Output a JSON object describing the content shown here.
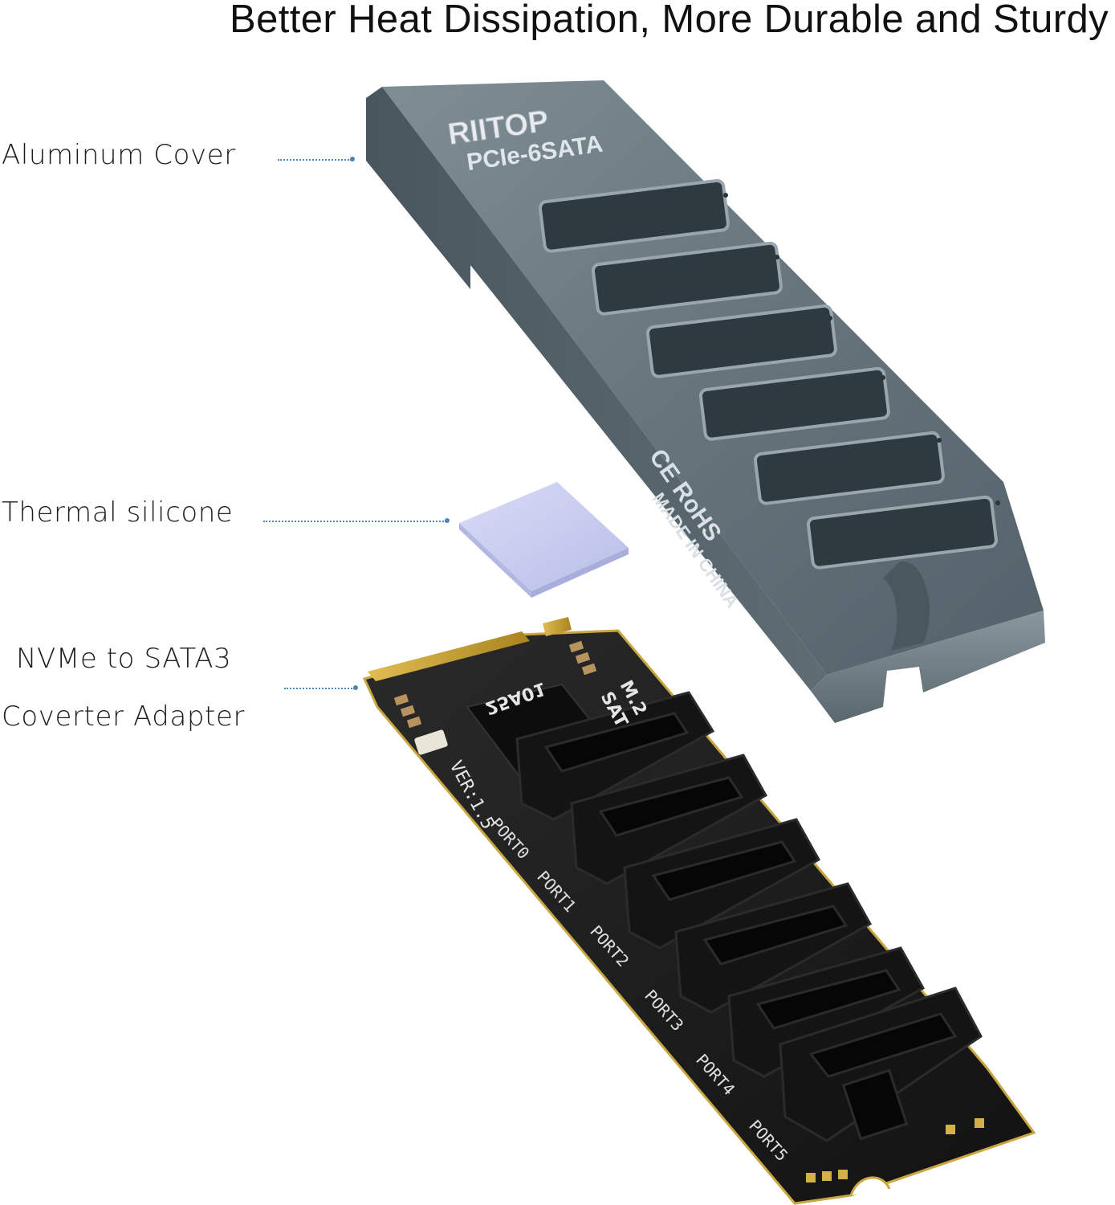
{
  "headline": "Better Heat Dissipation, More Durable and Sturdy",
  "callouts": {
    "cover": "Aluminum Cover",
    "thermal": "Thermal silicone",
    "adapter_line1": "NVMe to SATA3",
    "adapter_line2": "Coverter Adapter"
  },
  "cover_markings": {
    "brand": "RIITOP",
    "model": "PCIe-6SATA",
    "cert": "CE RoHS",
    "origin": "MADE IN CHINA"
  },
  "board_markings": {
    "version": "VER:1.5",
    "code": "25A01",
    "m2_label": "M.2",
    "sata_label": "SAT",
    "ports": [
      "PORT0",
      "PORT1",
      "PORT2",
      "PORT3",
      "PORT4",
      "PORT5"
    ]
  },
  "colors": {
    "cover": "#5d6b73",
    "thermal_pad": "#c9cdf0",
    "pcb": "#1b1b1b",
    "gold": "#c9a235",
    "leader": "#4a86b8"
  }
}
